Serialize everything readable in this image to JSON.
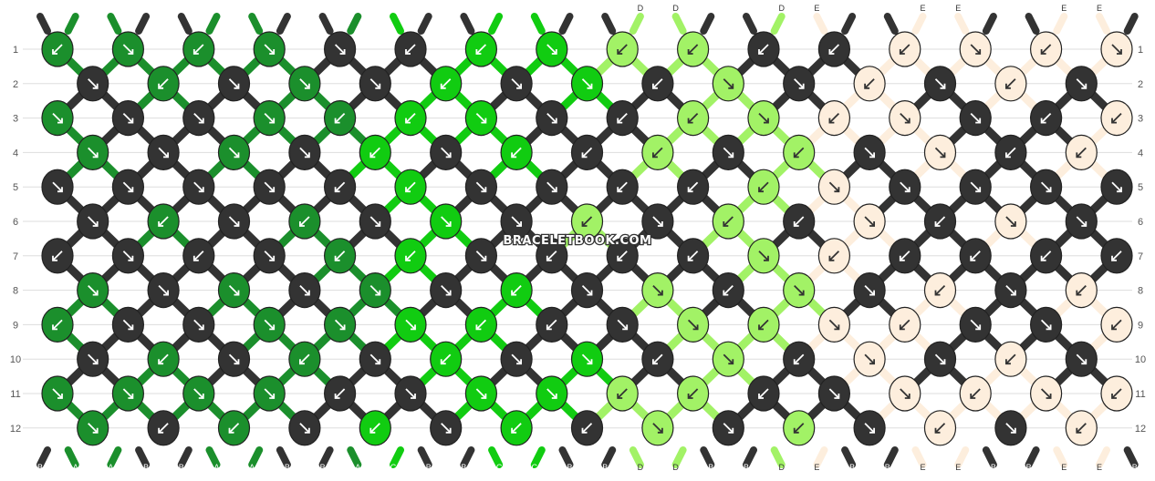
{
  "watermark": "BRACELETBOOK.COM",
  "colors": {
    "A": "#1b8f2c",
    "B": "#333333",
    "C": "#11cc11",
    "D": "#a2f266",
    "E": "#fdeedd"
  },
  "strand_labels": [
    "B",
    "A",
    "A",
    "B",
    "B",
    "A",
    "A",
    "B",
    "B",
    "A",
    "C",
    "B",
    "B",
    "C",
    "C",
    "B",
    "B",
    "D",
    "D",
    "B",
    "B",
    "D",
    "E",
    "B",
    "B",
    "E",
    "E",
    "B",
    "B",
    "E",
    "E",
    "B"
  ],
  "row_labels": [
    "1",
    "2",
    "3",
    "4",
    "5",
    "6",
    "7",
    "8",
    "9",
    "10",
    "11",
    "12"
  ],
  "knots": [
    [
      "A",
      "A",
      "A",
      "A",
      "B",
      "B",
      "C",
      "C",
      "D",
      "D",
      "B",
      "B",
      "E",
      "E",
      "E",
      "E"
    ],
    [
      "B",
      "A",
      "B",
      "A",
      "B",
      "C",
      "B",
      "C",
      "B",
      "D",
      "B",
      "E",
      "B",
      "E",
      "B"
    ],
    [
      "A",
      "B",
      "B",
      "A",
      "A",
      "C",
      "C",
      "B",
      "B",
      "D",
      "D",
      "E",
      "E",
      "B",
      "B",
      "E"
    ],
    [
      "A",
      "B",
      "A",
      "B",
      "C",
      "B",
      "C",
      "B",
      "D",
      "B",
      "D",
      "B",
      "E",
      "B",
      "E"
    ],
    [
      "B",
      "B",
      "B",
      "B",
      "B",
      "C",
      "B",
      "B",
      "B",
      "B",
      "D",
      "E",
      "B",
      "B",
      "B",
      "B"
    ],
    [
      "B",
      "A",
      "B",
      "A",
      "B",
      "C",
      "B",
      "D",
      "B",
      "D",
      "B",
      "E",
      "B",
      "E",
      "B"
    ],
    [
      "B",
      "B",
      "B",
      "B",
      "A",
      "C",
      "B",
      "B",
      "B",
      "B",
      "D",
      "E",
      "B",
      "B",
      "B",
      "B"
    ],
    [
      "A",
      "B",
      "A",
      "B",
      "A",
      "B",
      "C",
      "B",
      "D",
      "B",
      "D",
      "B",
      "E",
      "B",
      "E"
    ],
    [
      "A",
      "B",
      "B",
      "A",
      "A",
      "C",
      "C",
      "B",
      "B",
      "D",
      "D",
      "E",
      "E",
      "B",
      "B",
      "E"
    ],
    [
      "B",
      "A",
      "B",
      "A",
      "B",
      "C",
      "B",
      "C",
      "B",
      "D",
      "B",
      "E",
      "B",
      "E",
      "B"
    ],
    [
      "A",
      "A",
      "A",
      "A",
      "B",
      "B",
      "C",
      "C",
      "D",
      "D",
      "B",
      "B",
      "E",
      "E",
      "E",
      "E"
    ],
    [
      "A",
      "B",
      "A",
      "B",
      "C",
      "B",
      "C",
      "B",
      "D",
      "B",
      "D",
      "B",
      "E",
      "B",
      "E"
    ]
  ],
  "arrows": [
    [
      "dl",
      "dr",
      "dl",
      "dr",
      "dr",
      "dl",
      "dl",
      "dr",
      "dl",
      "dl",
      "dl",
      "dl",
      "dl",
      "dr",
      "dl",
      "dr"
    ],
    [
      "dr",
      "dl",
      "dr",
      "dr",
      "dr",
      "dl",
      "dr",
      "dr",
      "dl",
      "dr",
      "dr",
      "dl",
      "dr",
      "dl",
      "dr"
    ],
    [
      "dr",
      "dr",
      "dr",
      "dr",
      "dl",
      "dl",
      "dr",
      "dr",
      "dl",
      "dl",
      "dr",
      "dl",
      "dr",
      "dr",
      "dl",
      "dl"
    ],
    [
      "dr",
      "dr",
      "dr",
      "dr",
      "dl",
      "dr",
      "dl",
      "dl",
      "dl",
      "dr",
      "dl",
      "dr",
      "dr",
      "dl",
      "dl"
    ],
    [
      "dr",
      "dr",
      "dr",
      "dr",
      "dl",
      "dl",
      "dr",
      "dr",
      "dl",
      "dl",
      "dl",
      "dr",
      "dr",
      "dr",
      "dr",
      "dr"
    ],
    [
      "dr",
      "dl",
      "dr",
      "dl",
      "dr",
      "dr",
      "dr",
      "dl",
      "dr",
      "dl",
      "dl",
      "dr",
      "dl",
      "dr",
      "dr"
    ],
    [
      "dl",
      "dr",
      "dl",
      "dr",
      "dl",
      "dl",
      "dr",
      "dl",
      "dl",
      "dl",
      "dr",
      "dl",
      "dl",
      "dl",
      "dl",
      "dl"
    ],
    [
      "dr",
      "dr",
      "dr",
      "dr",
      "dr",
      "dr",
      "dl",
      "dr",
      "dr",
      "dl",
      "dr",
      "dr",
      "dl",
      "dr",
      "dl"
    ],
    [
      "dl",
      "dr",
      "dr",
      "dr",
      "dr",
      "dr",
      "dl",
      "dl",
      "dr",
      "dr",
      "dl",
      "dr",
      "dl",
      "dr",
      "dr",
      "dl"
    ],
    [
      "dr",
      "dl",
      "dr",
      "dl",
      "dr",
      "dl",
      "dr",
      "dr",
      "dl",
      "dr",
      "dl",
      "dr",
      "dr",
      "dl",
      "dr"
    ],
    [
      "dr",
      "dr",
      "dr",
      "dr",
      "dl",
      "dr",
      "dr",
      "dr",
      "dl",
      "dl",
      "dl",
      "dr",
      "dr",
      "dl",
      "dr",
      "dl"
    ],
    [
      "dr",
      "dl",
      "dl",
      "dr",
      "dl",
      "dr",
      "dl",
      "dl",
      "dr",
      "dr",
      "dl",
      "dr",
      "dl",
      "dr",
      "dl"
    ]
  ]
}
